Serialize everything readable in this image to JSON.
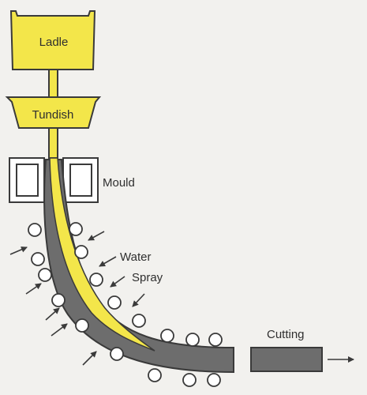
{
  "labels": {
    "ladle": "Ladle",
    "tundish": "Tundish",
    "mould": "Mould",
    "water": "Water",
    "spray": "Spray",
    "cutting": "Cutting"
  },
  "colors": {
    "molten": "#f3e64a",
    "solid": "#6d6d6d",
    "outline": "#3a3a3a",
    "background": "#f2f1ee",
    "roller": "#ffffff"
  }
}
